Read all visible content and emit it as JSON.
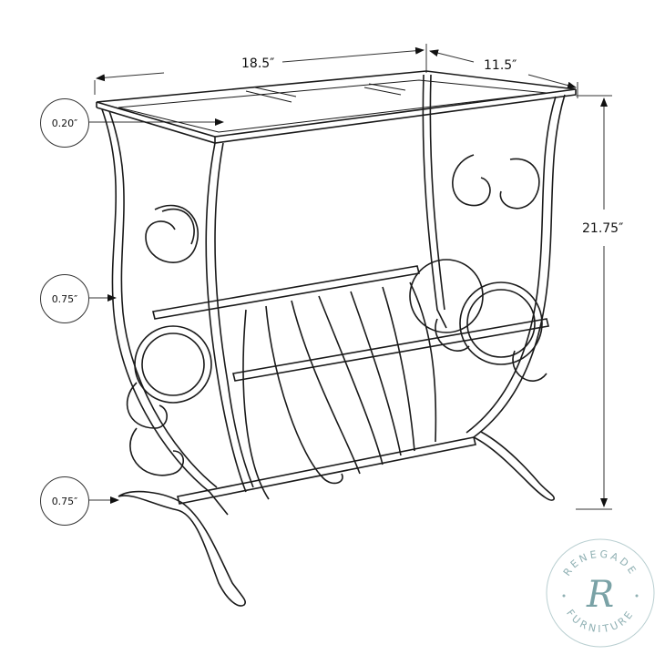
{
  "diagram": {
    "subject": "Metal magazine rack side table with glass top",
    "dimensions": {
      "width": "18.5″",
      "depth": "11.5″",
      "height": "21.75″"
    },
    "callouts": [
      {
        "label": "0.20″",
        "target": "glass top thickness"
      },
      {
        "label": "0.75″",
        "target": "frame tube"
      },
      {
        "label": "0.75″",
        "target": "foot"
      }
    ],
    "colors": {
      "line": "#1a1a1a",
      "dimension_line": "#333333",
      "watermark": "#8fb0b3",
      "background": "#ffffff"
    }
  },
  "watermark": {
    "top_text": "RENEGADE",
    "bottom_text": "FURNITURE",
    "monogram": "R"
  }
}
